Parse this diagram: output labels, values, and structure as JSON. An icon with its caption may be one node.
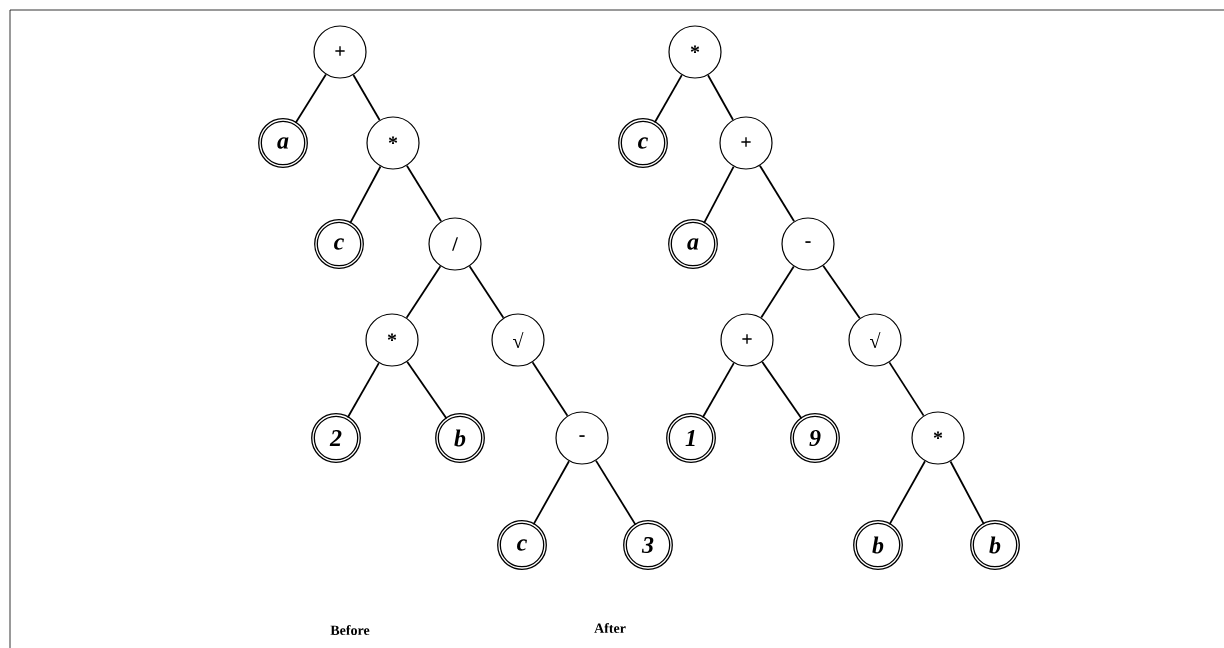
{
  "diagram": {
    "nodes": [
      {
        "text": [
          "+"
        ]
      },
      {
        "text": [
          "a"
        ]
      },
      {
        "text": [
          "*"
        ]
      },
      {
        "text": [
          "c"
        ]
      },
      {
        "text": [
          "/"
        ]
      },
      {
        "text": [
          "*"
        ]
      },
      {
        "text": [
          "√"
        ]
      },
      {
        "text": [
          "2"
        ]
      },
      {
        "text": [
          "b"
        ]
      },
      {
        "text": [
          "-"
        ]
      },
      {
        "text": [
          "c"
        ]
      },
      {
        "text": [
          "3"
        ]
      },
      {
        "text": [
          "*"
        ]
      },
      {
        "text": [
          "c"
        ]
      },
      {
        "text": [
          "+"
        ]
      },
      {
        "text": [
          "a"
        ]
      },
      {
        "text": [
          "-"
        ]
      },
      {
        "text": [
          "+"
        ]
      },
      {
        "text": [
          "√"
        ]
      },
      {
        "text": [
          "1"
        ]
      },
      {
        "text": [
          "9"
        ]
      },
      {
        "text": [
          "*"
        ]
      },
      {
        "text": [
          "b"
        ]
      },
      {
        "text": [
          "b"
        ]
      }
    ],
    "edges": [
      {
        "from": 0,
        "to": 1,
        "arrow": "none"
      },
      {
        "from": 0,
        "to": 2,
        "arrow": "none"
      },
      {
        "from": 2,
        "to": 3,
        "arrow": "none"
      },
      {
        "from": 2,
        "to": 4,
        "arrow": "none"
      },
      {
        "from": 4,
        "to": 5,
        "arrow": "none"
      },
      {
        "from": 4,
        "to": 6,
        "arrow": "none"
      },
      {
        "from": 5,
        "to": 7,
        "arrow": "none"
      },
      {
        "from": 5,
        "to": 8,
        "arrow": "none"
      },
      {
        "from": 6,
        "to": 9,
        "arrow": "none"
      },
      {
        "from": 9,
        "to": 10,
        "arrow": "none"
      },
      {
        "from": 9,
        "to": 11,
        "arrow": "none"
      },
      {
        "from": 12,
        "to": 13,
        "arrow": "none"
      },
      {
        "from": 12,
        "to": 14,
        "arrow": "none"
      },
      {
        "from": 14,
        "to": 15,
        "arrow": "none"
      },
      {
        "from": 14,
        "to": 16,
        "arrow": "none"
      },
      {
        "from": 16,
        "to": 17,
        "arrow": "none"
      },
      {
        "from": 16,
        "to": 18,
        "arrow": "none"
      },
      {
        "from": 17,
        "to": 19,
        "arrow": "none"
      },
      {
        "from": 17,
        "to": 20,
        "arrow": "none"
      },
      {
        "from": 18,
        "to": 21,
        "arrow": "none"
      },
      {
        "from": 21,
        "to": 22,
        "arrow": "none"
      },
      {
        "from": 21,
        "to": 23,
        "arrow": "none"
      }
    ],
    "labels": [
      "Before",
      "After"
    ]
  }
}
